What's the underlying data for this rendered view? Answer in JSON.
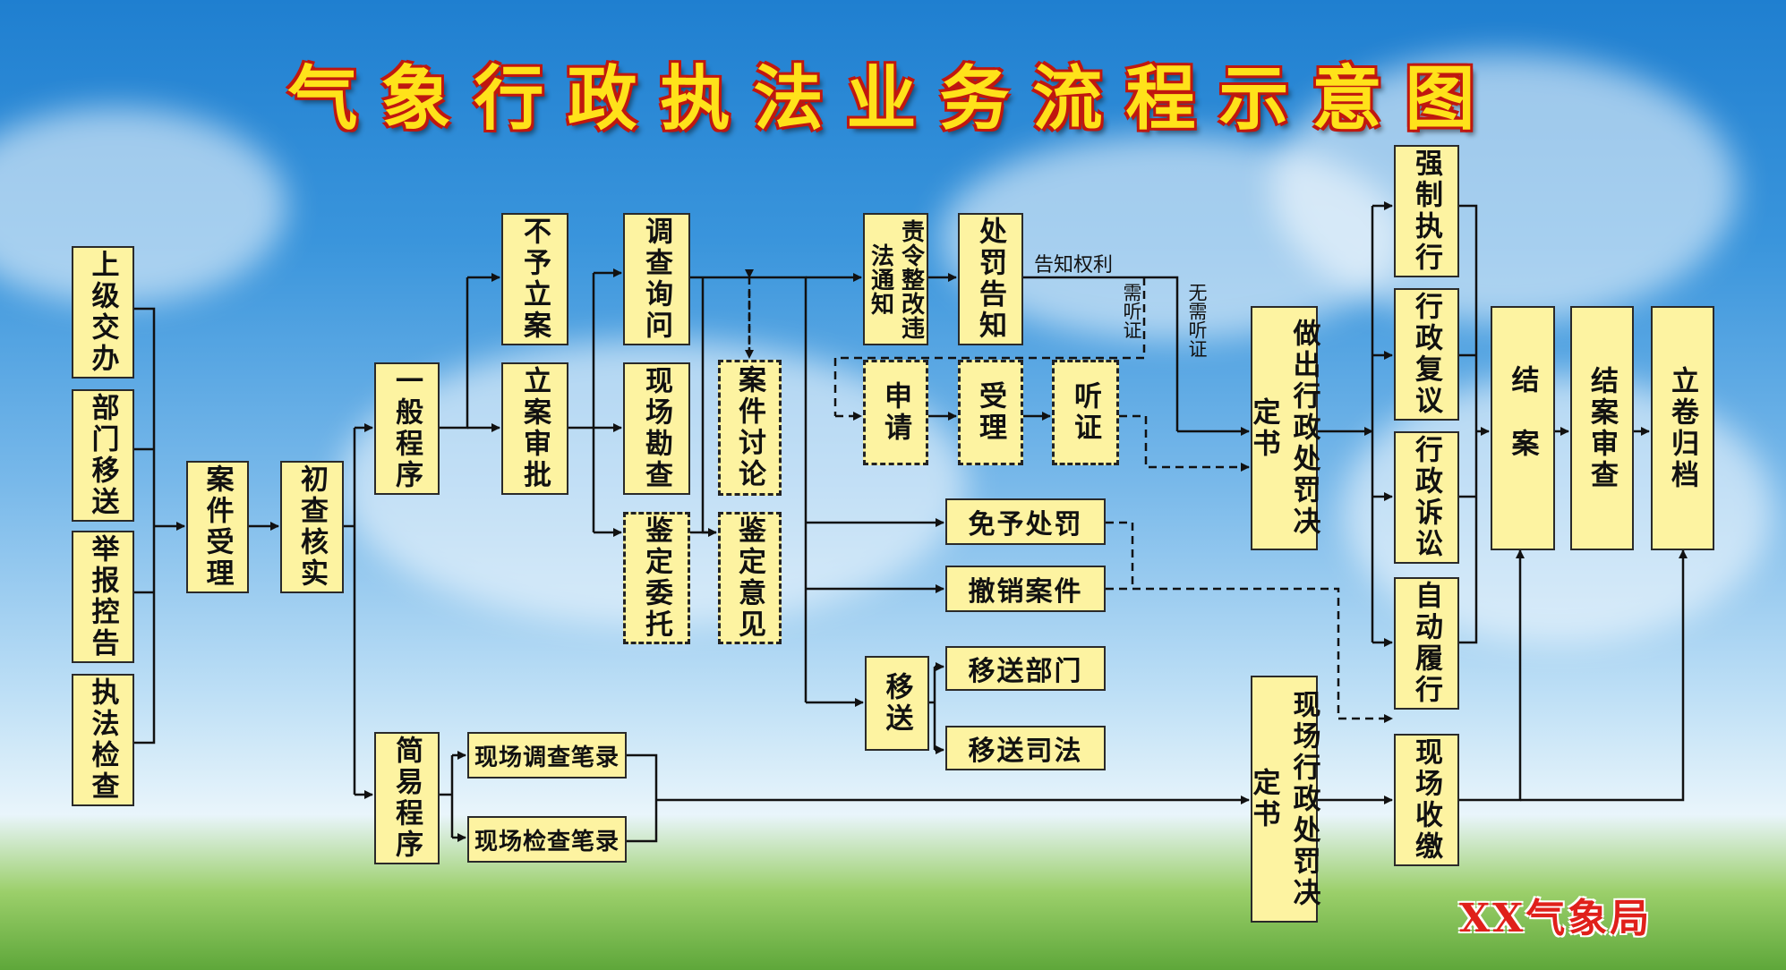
{
  "title": "气象行政执法业务流程示意图",
  "footer": "XX气象局",
  "sources": [
    "上级交办",
    "部门移送",
    "举报控告",
    "执法检查"
  ],
  "steps": {
    "accept": "案件受理",
    "verify": "初查核实",
    "general": "一般程序",
    "simple": "简易程序",
    "no_file": "不予立案",
    "file_approve": "立案审批",
    "investigate": "调查询问",
    "site_inspect": "现场勘查",
    "appraise_commission": "鉴定委托",
    "case_discuss": "案件讨论",
    "appraise_opinion": "鉴定意见",
    "order_correct": "责令整改违法通知",
    "penalty_notice": "处罚告知",
    "apply": "申请",
    "accept_hearing": "受理",
    "hearing": "听证",
    "exempt": "免予处罚",
    "cancel": "撤销案件",
    "transfer": "移送",
    "transfer_dept": "移送部门",
    "transfer_judicial": "移送司法",
    "site_survey_record": "现场调查笔录",
    "site_check_record": "现场检查笔录",
    "decision": "做出行政处罚决定书",
    "site_decision": "现场行政处罚决定书",
    "enforce": "强制执行",
    "review": "行政复议",
    "litigation": "行政诉讼",
    "self_perform": "自动履行",
    "close": "结案",
    "close_review": "结案审查",
    "archive": "立卷归档",
    "onsite_collect": "现场收缴"
  },
  "labels": {
    "inform_rights": "告知权利",
    "need_hearing": "需听证",
    "no_hearing": "无需听证"
  },
  "colors": {
    "box_fill": "#fdf3a1",
    "title_fill": "#ffe21a",
    "title_outline": "#c0170f",
    "footer": "#e0201b"
  }
}
